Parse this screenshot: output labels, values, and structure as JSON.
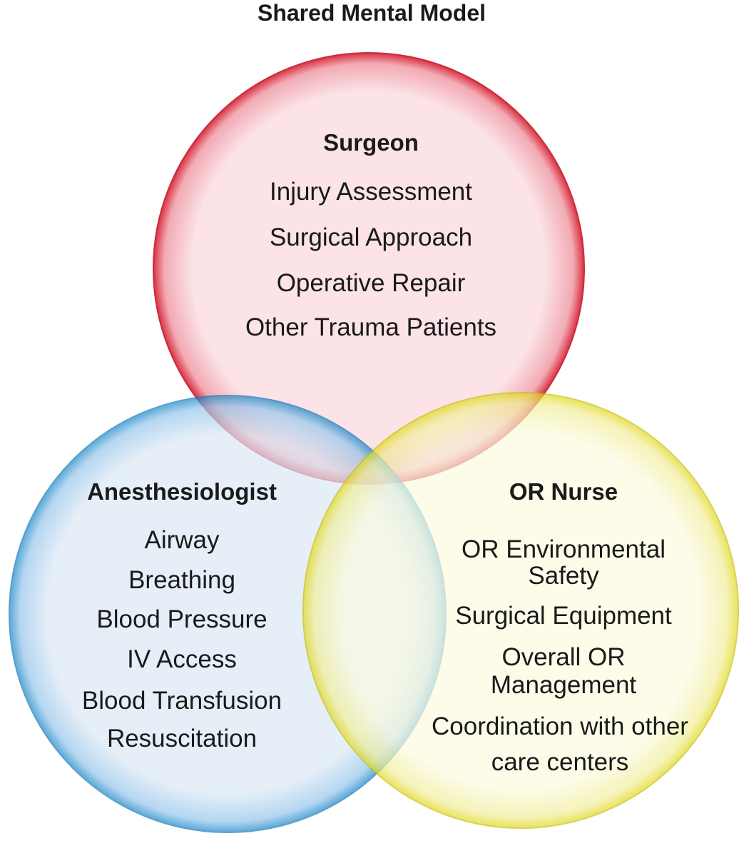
{
  "title": "Shared Mental Model",
  "colors": {
    "surgeon": "#e0303a",
    "anesthesiologist": "#1a8fd0",
    "nurse": "#e6df1c"
  },
  "surgeon": {
    "heading": "Surgeon",
    "items": [
      "Injury Assessment",
      "Surgical Approach",
      "Operative Repair",
      "Other Trauma Patients"
    ]
  },
  "anesthesiologist": {
    "heading": "Anesthesiologist",
    "items": [
      "Airway",
      "Breathing",
      "Blood Pressure",
      "IV Access",
      "Blood Transfusion",
      "Resuscitation"
    ]
  },
  "nurse": {
    "heading": "OR Nurse",
    "items": [
      "OR Environmental",
      "Safety",
      "Surgical Equipment",
      "Overall OR",
      "Management",
      "Coordination with other",
      "care centers"
    ]
  }
}
